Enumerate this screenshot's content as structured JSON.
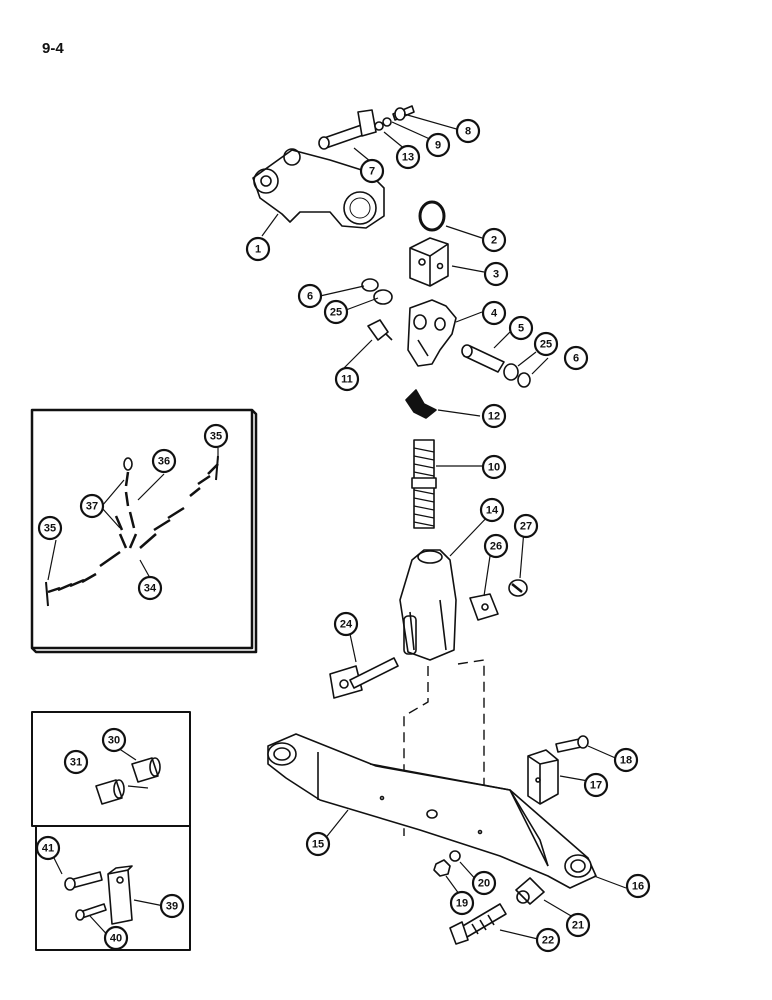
{
  "page_number": "9-4",
  "callouts": [
    "1",
    "2",
    "3",
    "4",
    "5",
    "6",
    "6",
    "7",
    "8",
    "9",
    "10",
    "11",
    "12",
    "13",
    "14",
    "15",
    "16",
    "17",
    "18",
    "19",
    "20",
    "21",
    "22",
    "24",
    "25",
    "25",
    "26",
    "27",
    "30",
    "31",
    "34",
    "35",
    "35",
    "36",
    "37",
    "39",
    "40",
    "41"
  ],
  "colors": {
    "ink": "#111111",
    "background": "#ffffff"
  }
}
